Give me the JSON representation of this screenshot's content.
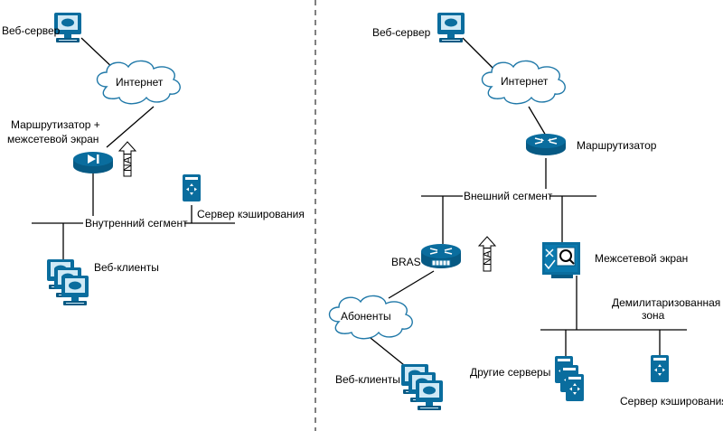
{
  "left": {
    "web_server": "Веб-сервер",
    "internet": "Интернет",
    "router_fw_line1": "Маршрутизатор +",
    "router_fw_line2": "межсетевой экран",
    "nat": "NAT",
    "cache_server": "Сервер кэширования",
    "internal_segment": "Внутренний сегмент",
    "web_clients": "Веб-клиенты"
  },
  "right": {
    "web_server": "Веб-сервер",
    "internet": "Интернет",
    "router": "Маршрутизатор",
    "external_segment": "Внешний сегмент",
    "bras": "BRAS",
    "nat": "NAT",
    "firewall": "Межсетевой экран",
    "subscribers": "Абоненты",
    "dmz_line1": "Демилитаризованная",
    "dmz_line2": "зона",
    "web_clients": "Веб-клиенты",
    "other_servers": "Другие серверы",
    "cache_server": "Сервер кэширования"
  },
  "colors": {
    "device": "#0a6d9e",
    "cloud_stroke": "#1f78a8"
  },
  "icons": [
    "workstation-icon",
    "cloud-icon",
    "router-icon",
    "firewall-router-icon",
    "server-icon",
    "arrow-up-icon",
    "firewall-icon"
  ]
}
